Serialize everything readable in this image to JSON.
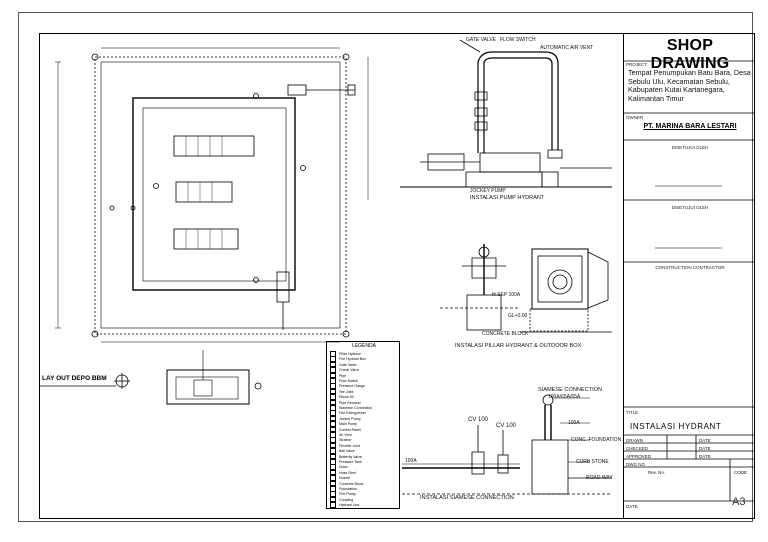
{
  "title_block": {
    "heading": "SHOP DRAWING",
    "project_label": "PROJECT",
    "project_text": "Tempat Penumpukan Batu Bara, Desa Sebulu Ulu, Kecamatan Sebulu, Kabupaten Kutai Kartanegara, Kalimantan Timur",
    "owner_label": "OWNER",
    "owner_name": "PT. MARINA BARA LESTARI",
    "approved_1": "DISETUJUI OLEH",
    "approved_2": "DISETUJUI OLEH",
    "contractor_label": "CONSTRUCTION CONTRACTOR",
    "title_label": "TITLE",
    "drawing_title": "INSTALASI HYDRANT",
    "drawn": "DRAWN",
    "checked": "CHECKED",
    "approved": "APPROVED",
    "dwg_no": "DWG NO",
    "date": "DATE",
    "rev_no": "Rev. No.",
    "code": "CODE",
    "sheet": "A3",
    "date_bottom": "DATE"
  },
  "captions": {
    "pump": "INSTALASI PUMP HYDRANT",
    "pillar": "INSTALASI PILLAR HYDRANT & OUTDOOR BOX",
    "siamese": "INSTALASI SIAMESE CONNECTION",
    "layout": "LAY OUT DEPO BBM",
    "legend": "LEGENDA"
  },
  "pump_labels": {
    "gate_valve": "GATE VALVE",
    "flow_switch": "FLOW SWITCH",
    "auto_air_vent": "AUTOMATIC AIR VENT",
    "jockey": "JOCKEY PUMP"
  },
  "pillar_labels": {
    "h_pipe": "H-SEP 100A",
    "gl": "GL+0.00",
    "concrete": "CONCRETE BLOCK"
  },
  "siamese_labels": {
    "sc": "SIAMESE CONNECTION",
    "sc_sub": "100A/65A/65A",
    "cv1": "CV 100",
    "cv2": "CV 100",
    "size_100": "100A",
    "size_100b": "100A",
    "foundation": "CONC. FOUNDATION",
    "curb": "CURB STONE",
    "road": "ROAD WAY"
  },
  "legend_items": [
    "Pillar Hydrant",
    "Fire Hydrant Box",
    "Gate Valve",
    "Check Valve",
    "Pipe",
    "Flow Switch",
    "Pressure Gauge",
    "Tee Joint",
    "Elbow 90",
    "Pipe Reducer",
    "Siamese Connection",
    "Fire Extinguisher",
    "Jockey Pump",
    "Main Pump",
    "Control Panel",
    "Air Vent",
    "Strainer",
    "Flexible Joint",
    "Ball Valve",
    "Butterfly Valve",
    "Pressure Tank",
    "Drain",
    "Hose Reel",
    "Nozzle",
    "Concrete Block",
    "Foundation",
    "Fire Pump",
    "Coupling",
    "Hydrant Line"
  ]
}
